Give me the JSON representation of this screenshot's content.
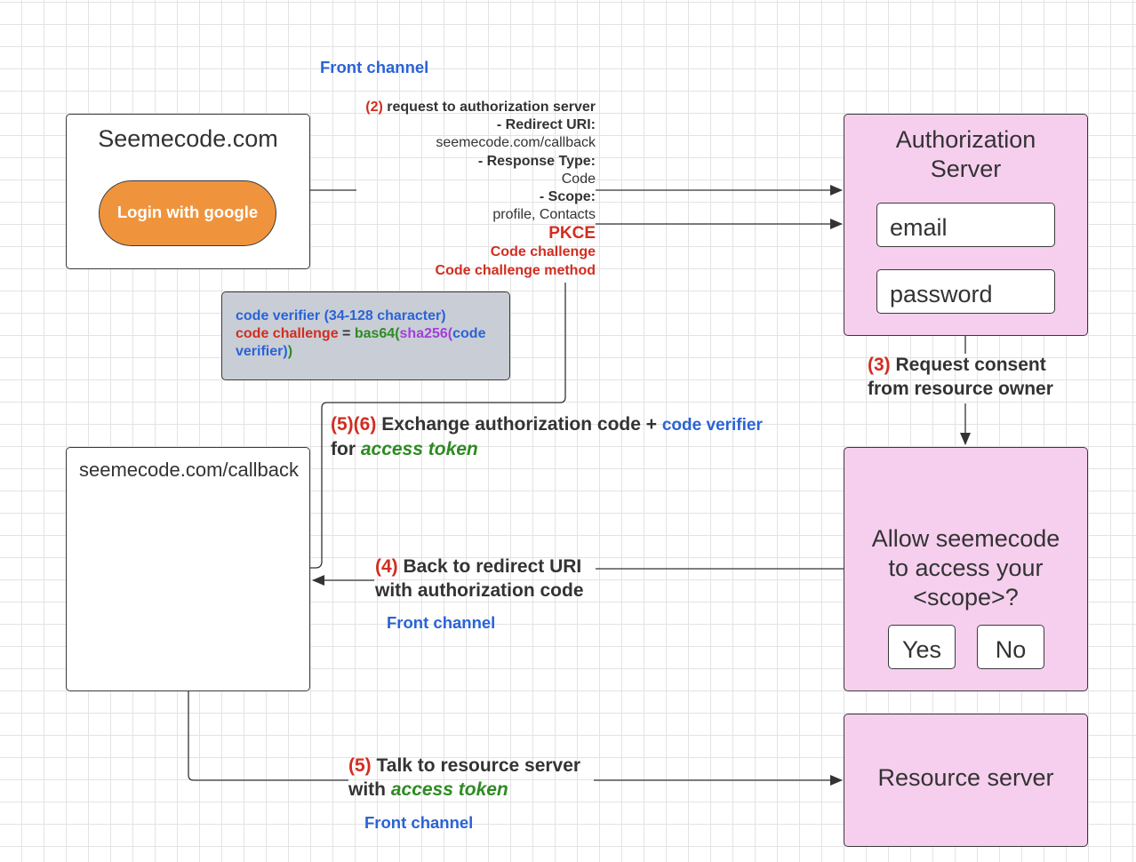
{
  "front_channel_top": "Front channel",
  "client": {
    "title": "Seemecode.com",
    "login_button": "Login with google"
  },
  "request": {
    "step": "(2)",
    "line1": "request to authorization server",
    "redirect_label": "- Redirect URI:",
    "redirect_value": "seemecode.com/callback",
    "response_label": "- Response Type:",
    "response_value": "Code",
    "scope_label": "- Scope:",
    "scope_value": "profile, Contacts",
    "pkce": "PKCE",
    "code_challenge": "Code challenge",
    "code_challenge_method": "Code challenge method"
  },
  "pkce_note": {
    "line1": "code verifier (34-128 character)",
    "challenge_label": "code challenge",
    "equals": " = ",
    "bas64": "bas64(",
    "sha256": "sha256(",
    "code": "code",
    "verifier": "verifier)",
    "close": ")"
  },
  "auth_server": {
    "title_line1": "Authorization",
    "title_line2": "Server",
    "email_placeholder": "email",
    "password_placeholder": "password"
  },
  "consent_request": {
    "step": "(3)",
    "line1": "Request consent",
    "line2": "from resource owner"
  },
  "exchange": {
    "step": "(5)(6)",
    "text": "Exchange authorization code +",
    "code_verifier": "code verifier",
    "for": "for",
    "access_token": "access token"
  },
  "callback": {
    "title": "seemecode.com/callback"
  },
  "consent": {
    "line1": "Allow seemecode",
    "line2": "to access your",
    "line3": "<scope>?",
    "yes": "Yes",
    "no": "No"
  },
  "back": {
    "step": "(4)",
    "line1": "Back to redirect URI",
    "line2": "with authorization code"
  },
  "front_channel_mid": "Front channel",
  "talk": {
    "step": "(5)",
    "line1": "Talk to resource server",
    "with": "with",
    "access_token": "access token"
  },
  "front_channel_bottom": "Front channel",
  "resource_server": {
    "title": "Resource server"
  },
  "colors": {
    "step_red": "#d22d20",
    "front_channel_blue": "#2a63d6",
    "token_green": "#2e8b22",
    "sha_purple": "#a23fd9",
    "server_pink": "#f6cfee",
    "login_orange": "#ef943d",
    "note_gray": "#c9ced6"
  }
}
